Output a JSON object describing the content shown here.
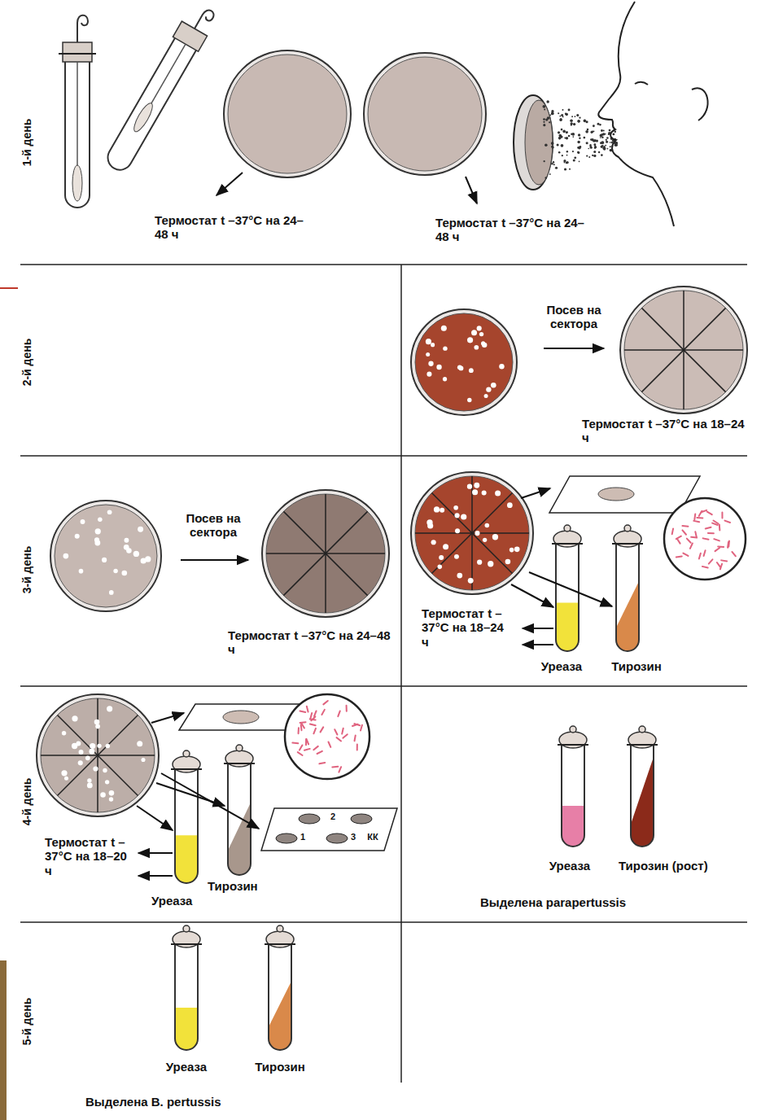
{
  "diagram": {
    "labels": [
      "1-й день",
      "Термостат t –37°C на 24–48 ч",
      "Термостат t –37°C на 24–48 ч",
      "2-й день",
      "Посев на сектора",
      "Термостат t –37°C на 18–24 ч",
      "3-й день",
      "Посев на сектора",
      "Термостат t –37°C на 24–48 ч",
      "Термостат t –37°C на 18–24 ч",
      "Уреаза",
      "Тирозин",
      "4-й день",
      "Термостат t –37°C на 18–20 ч",
      "Тирозин",
      "Уреаза",
      "2",
      "1",
      "3",
      "КК",
      "Уреаза",
      "Тирозин (рост)",
      "Выделена parapertussis",
      "5-й день",
      "Уреаза",
      "Тирозин",
      "Выделена B. pertussis"
    ]
  }
}
